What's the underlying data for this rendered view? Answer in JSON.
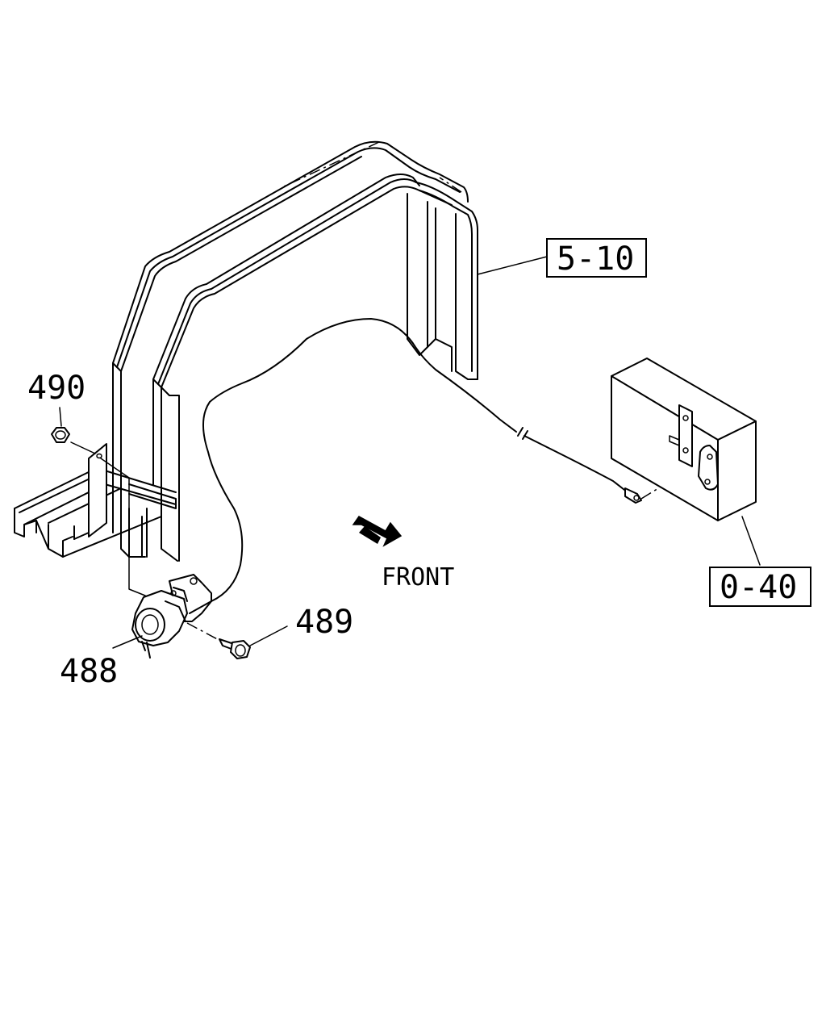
{
  "callouts": {
    "ref_5_10": "5-10",
    "ref_0_40": "0-40",
    "part_490": "490",
    "part_489": "489",
    "part_488": "488"
  },
  "direction": {
    "label": "FRONT"
  }
}
